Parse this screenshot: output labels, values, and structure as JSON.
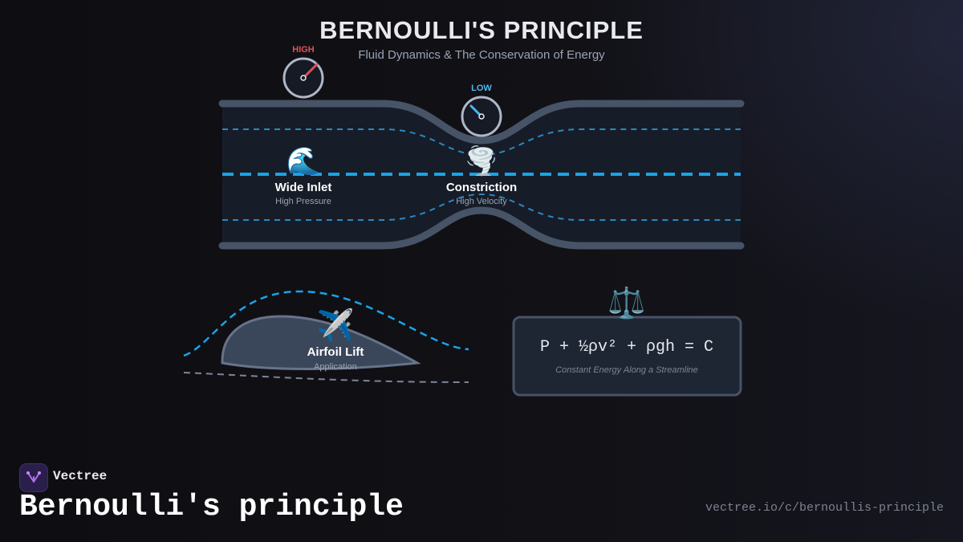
{
  "header": {
    "title": "BERNOULLI'S PRINCIPLE",
    "subtitle": "Fluid Dynamics & The Conservation of Energy"
  },
  "gauges": {
    "high_label": "HIGH",
    "low_label": "LOW"
  },
  "pipe": {
    "inlet": {
      "emoji": "🌊",
      "label": "Wide Inlet",
      "sub": "High Pressure"
    },
    "constriction": {
      "emoji": "🌪️",
      "label": "Constriction",
      "sub": "High Velocity"
    }
  },
  "airfoil": {
    "emoji": "✈️",
    "label": "Airfoil Lift",
    "sub": "Application"
  },
  "equation": {
    "emoji": "⚖️",
    "formula": "P + ½ρv² + ρgh = C",
    "caption": "Constant Energy Along a Streamline"
  },
  "colors": {
    "high": "#e0505a",
    "low": "#4fb6ee",
    "flow": "#1aa3e8",
    "pipe_wall": "#475366",
    "panel": "#1e2533"
  },
  "footer": {
    "brand": "Vectree",
    "page_title": "Bernoulli's principle",
    "url": "vectree.io/c/bernoullis-principle"
  }
}
